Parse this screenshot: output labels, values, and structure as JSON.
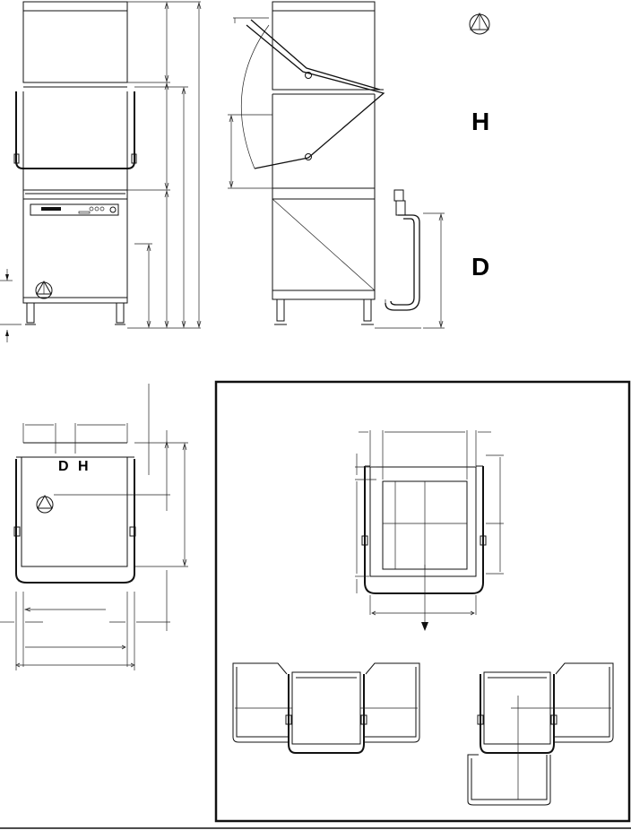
{
  "symbols": {
    "legend_icon": "triangle-in-circle-icon",
    "h_letter": "H",
    "d_letter": "D"
  },
  "plan_labels": {
    "d_label": "D",
    "h_label": "H"
  },
  "panel_controls": [
    "control-panel-display",
    "control-panel-knobs"
  ]
}
